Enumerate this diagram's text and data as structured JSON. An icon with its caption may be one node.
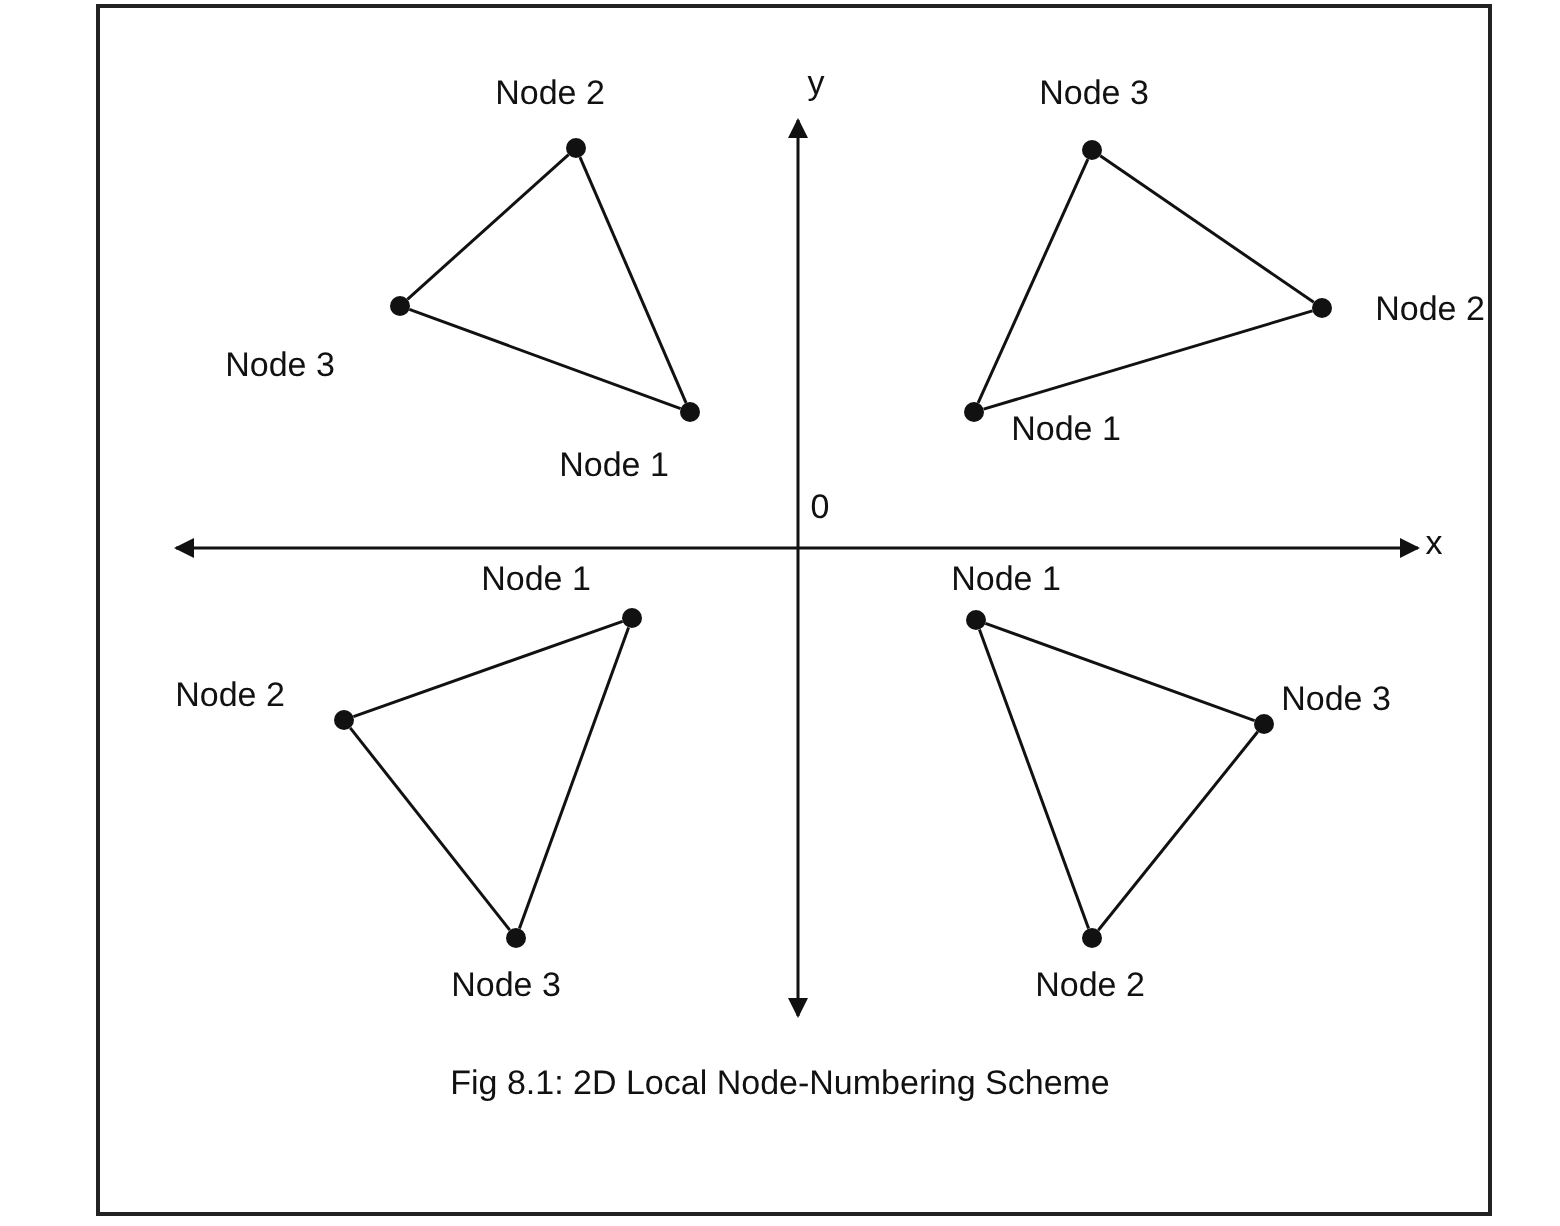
{
  "diagram": {
    "caption": "Fig 8.1: 2D Local Node-Numbering Scheme",
    "nodes": [
      {
        "text": [],
        "shape": "circle",
        "beside": [
          "Node 2"
        ]
      },
      {
        "text": [],
        "shape": "circle",
        "beside": [
          "Node 3"
        ]
      },
      {
        "text": [],
        "shape": "circle",
        "beside": [
          "Node 1"
        ]
      },
      {
        "text": [],
        "shape": "circle",
        "beside": [
          "Node 3"
        ]
      },
      {
        "text": [],
        "shape": "circle",
        "beside": [
          "Node 2"
        ]
      },
      {
        "text": [],
        "shape": "circle",
        "beside": [
          "Node 1"
        ]
      },
      {
        "text": [],
        "shape": "circle",
        "beside": [
          "Node 1"
        ]
      },
      {
        "text": [],
        "shape": "circle",
        "beside": [
          "Node 2"
        ]
      },
      {
        "text": [],
        "shape": "circle",
        "beside": [
          "Node 3"
        ]
      },
      {
        "text": [],
        "shape": "circle",
        "beside": [
          "Node 1"
        ]
      },
      {
        "text": [],
        "shape": "circle",
        "beside": [
          "Node 3"
        ]
      },
      {
        "text": [],
        "shape": "circle",
        "beside": [
          "Node 2"
        ]
      }
    ],
    "edges": [
      {
        "from": 0,
        "to": 1,
        "arrow": "none"
      },
      {
        "from": 1,
        "to": 2,
        "arrow": "none"
      },
      {
        "from": 2,
        "to": 0,
        "arrow": "none"
      },
      {
        "from": 3,
        "to": 4,
        "arrow": "none"
      },
      {
        "from": 4,
        "to": 5,
        "arrow": "none"
      },
      {
        "from": 5,
        "to": 3,
        "arrow": "none"
      },
      {
        "from": 6,
        "to": 7,
        "arrow": "none"
      },
      {
        "from": 7,
        "to": 8,
        "arrow": "none"
      },
      {
        "from": 8,
        "to": 6,
        "arrow": "none"
      },
      {
        "from": 9,
        "to": 10,
        "arrow": "none"
      },
      {
        "from": 10,
        "to": 11,
        "arrow": "none"
      },
      {
        "from": 11,
        "to": 9,
        "arrow": "none"
      }
    ],
    "labels": [
      "y",
      "0",
      "x"
    ]
  }
}
